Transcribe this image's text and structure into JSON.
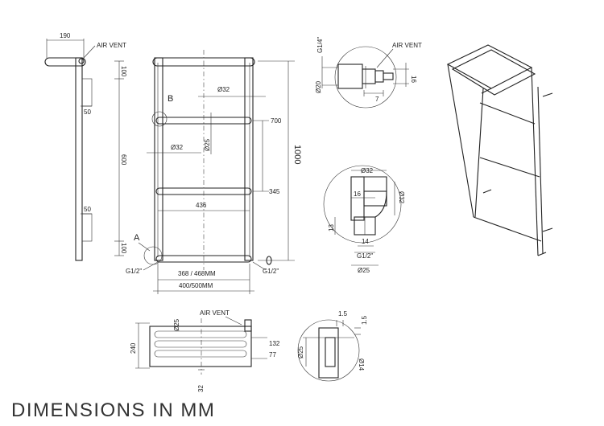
{
  "footer": {
    "title": "DIMENSIONS IN MM"
  },
  "side_view": {
    "width_190": "190",
    "air_vent": "AIR VENT",
    "d100_top": "100",
    "d50_top": "50",
    "d600": "600",
    "d50_bottom": "50",
    "d100_bottom": "100"
  },
  "front_view": {
    "d32_top": "Ø32",
    "label_b": "B",
    "d25": "Ø25",
    "d32_left": "Ø32",
    "d436": "436",
    "d700": "700",
    "d345": "345",
    "d1000": "1000",
    "label_a": "A",
    "g12_left": "G1/2\"",
    "g12_right": "G1/2\"",
    "width_inner": "368 / 468MM",
    "width_outer": "400/500MM"
  },
  "detail_vent": {
    "g14": "G1/4\"",
    "air_vent": "AIR VENT",
    "d20": "Ø20",
    "d16": "16",
    "d7": "7"
  },
  "detail_b": {
    "d32_top": "Ø32",
    "d16": "16",
    "d32_right": "Ø32",
    "d13": "13",
    "d14": "14",
    "g12": "G1/2\"",
    "d25": "Ø25"
  },
  "top_view": {
    "air_vent": "AIR VENT",
    "d25": "Ø25",
    "d240": "240",
    "d132": "132",
    "d77": "77",
    "d32": "32"
  },
  "detail_section": {
    "d15_top": "1.5",
    "d15_right": "1.5",
    "d25": "Ø25",
    "d14": "Ø14"
  }
}
